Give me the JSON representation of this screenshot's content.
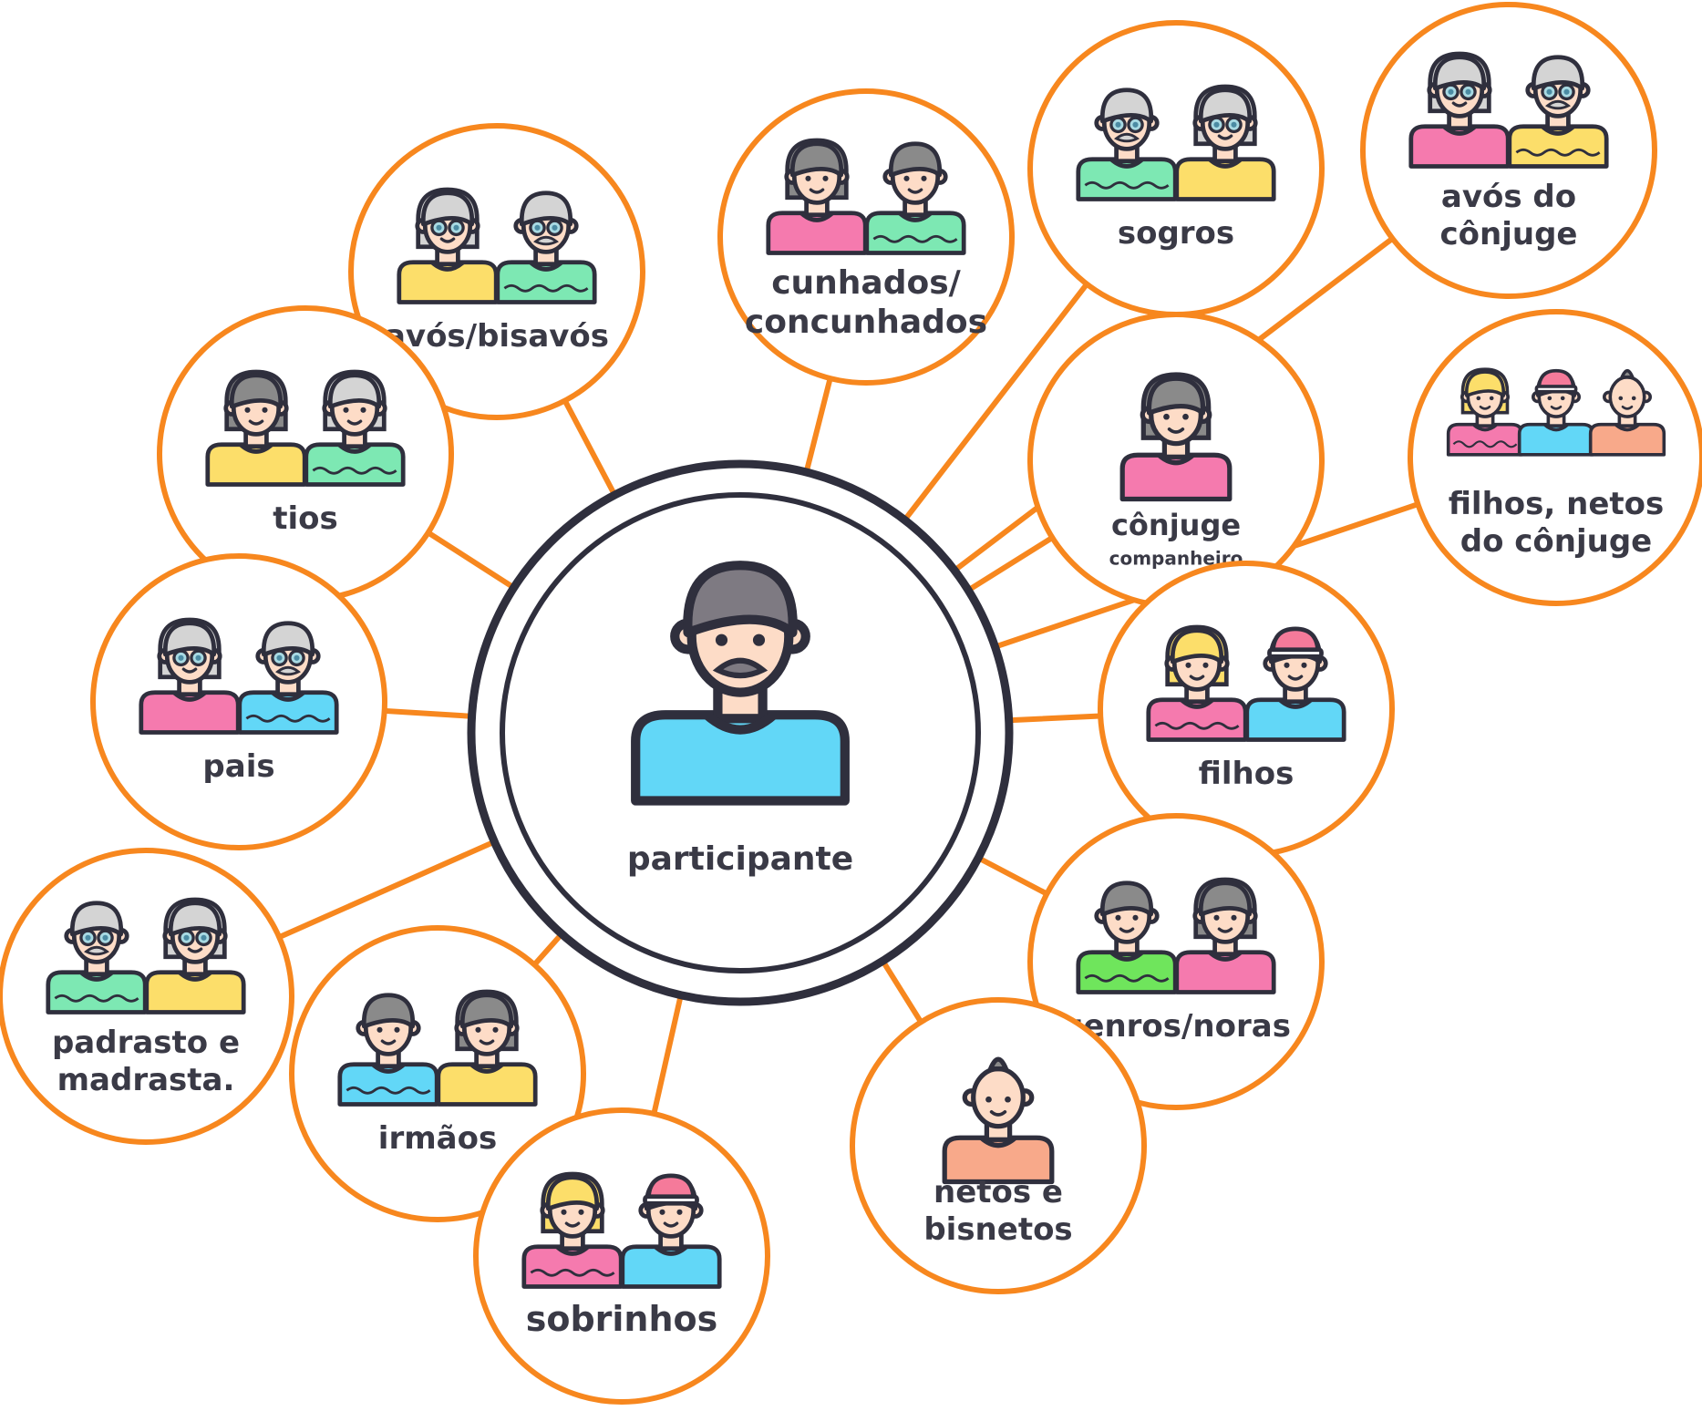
{
  "colors": {
    "edge": "#F7871E",
    "ring": "#2F2F3D",
    "outline": "#2F2F3D",
    "skin": "#FDDCC7",
    "yellow": "#FCDE6A",
    "green": "#7DE8B3",
    "pink": "#F57AAE",
    "blue": "#62D7F7",
    "gray_hair": "#8A8A8A",
    "white_hair": "#D4D4D4",
    "label": "#3A3A46"
  },
  "center": {
    "label": "participante",
    "icon": "man-with-mustache-icon"
  },
  "nodes": [
    {
      "id": "avos-bisavos",
      "lines": [
        "avós/bisavós"
      ],
      "icons": [
        "grandmother-icon",
        "grandfather-icon"
      ]
    },
    {
      "id": "cunhados",
      "lines": [
        "cunhados/",
        "concunhados"
      ],
      "icons": [
        "woman-icon",
        "man-icon"
      ]
    },
    {
      "id": "sogros",
      "lines": [
        "sogros"
      ],
      "icons": [
        "grandfather-icon",
        "grandmother-icon"
      ]
    },
    {
      "id": "avos-conjuge",
      "lines": [
        "avós do",
        "cônjuge"
      ],
      "icons": [
        "grandmother-icon",
        "grandfather-icon"
      ]
    },
    {
      "id": "tios",
      "lines": [
        "tios"
      ],
      "icons": [
        "woman-icon",
        "older-woman-icon"
      ]
    },
    {
      "id": "conjuge",
      "lines": [
        "cônjuge"
      ],
      "sub": "companheiro",
      "icons": [
        "woman-icon"
      ]
    },
    {
      "id": "filhos-conjuge",
      "lines": [
        "filhos, netos",
        "do cônjuge"
      ],
      "icons": [
        "girl-icon",
        "boy-cap-icon",
        "baby-icon"
      ]
    },
    {
      "id": "pais",
      "lines": [
        "pais"
      ],
      "icons": [
        "grandmother-icon",
        "grandfather-icon"
      ]
    },
    {
      "id": "filhos",
      "lines": [
        "filhos"
      ],
      "icons": [
        "girl-icon",
        "boy-cap-icon"
      ]
    },
    {
      "id": "padrasto",
      "lines": [
        "padrasto e",
        "madrasta."
      ],
      "icons": [
        "grandfather-icon",
        "grandmother-icon"
      ]
    },
    {
      "id": "genros",
      "lines": [
        "genros/noras"
      ],
      "icons": [
        "man-icon",
        "woman-icon"
      ]
    },
    {
      "id": "irmaos",
      "lines": [
        "irmãos"
      ],
      "icons": [
        "man-icon",
        "woman-icon"
      ]
    },
    {
      "id": "netos",
      "lines": [
        "netos e",
        "bisnetos"
      ],
      "icons": [
        "baby-icon"
      ]
    },
    {
      "id": "sobrinhos",
      "lines": [
        "sobrinhos"
      ],
      "icons": [
        "girl-icon",
        "boy-cap-icon"
      ]
    }
  ]
}
